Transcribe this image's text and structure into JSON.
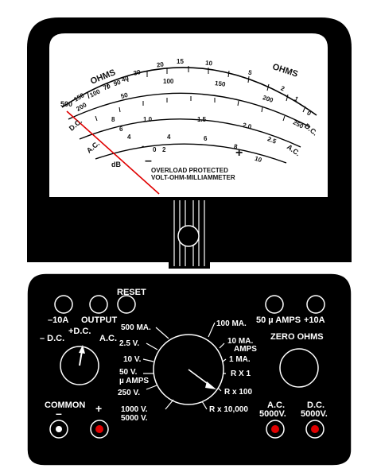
{
  "meter_face": {
    "ohms_left": "OHMS",
    "ohms_right": "OHMS",
    "ohms_ticks": [
      "500",
      "150",
      "200",
      "100",
      "70",
      "90",
      "40",
      "30",
      "20",
      "15",
      "10",
      "5",
      "2",
      "1",
      "0"
    ],
    "mid_ticks": [
      "100",
      "50",
      "150",
      "200",
      "250"
    ],
    "dc_left": "D.C.",
    "dc_right": "D.C.",
    "ac_left": "A.C.",
    "ac_right": "A.C.",
    "db_label": "dB",
    "scale_a": [
      "1.0",
      "1.5",
      "2.0",
      "2.5"
    ],
    "scale_b": [
      "4",
      "6",
      "8",
      "10"
    ],
    "center_scale": [
      "-",
      "0",
      "2",
      "4",
      "6",
      "8"
    ],
    "minus_sign": "–",
    "plus_sign": "+",
    "title_1": "OVERLOAD PROTECTED",
    "title_2": "VOLT-OHM-MILLIAMMETER"
  },
  "panel": {
    "reset": "RESET",
    "minus_10a": "–10A",
    "output": "OUTPUT",
    "ua_amps_50": "50 µ AMPS",
    "plus_10a": "+10A",
    "plus_dc": "+D.C.",
    "minus_dc": "– D.C.",
    "ac": "A.C.",
    "zero_ohms": "ZERO OHMS",
    "common": "COMMON",
    "common_sign": "–",
    "plus_sign": "+",
    "ac_5000v_1": "A.C.",
    "ac_5000v_2": "5000V.",
    "dc_5000v_1": "D.C.",
    "dc_5000v_2": "5000V."
  },
  "ranges": {
    "left": [
      "500 MA.",
      "2.5 V.",
      "10 V.",
      "50 V.",
      "µ AMPS",
      "250 V.",
      "1000 V.",
      "5000 V."
    ],
    "right": [
      "100 MA.",
      "10 MA.",
      "AMPS",
      "1 MA.",
      "R X 1",
      "R x 100",
      "R x 10,000"
    ]
  },
  "colors": {
    "body": "#000000",
    "face": "#ffffff",
    "needle": "#e00000",
    "jack_red": "#e00000"
  }
}
